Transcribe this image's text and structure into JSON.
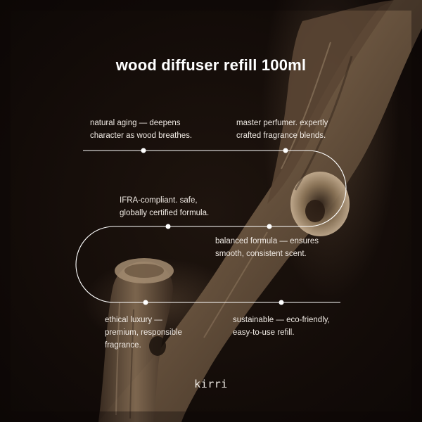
{
  "title": "wood diffuser refill 100ml",
  "features": [
    {
      "line1": "natural aging — deepens",
      "line2": "character as wood breathes."
    },
    {
      "line1": "master perfumer. expertly",
      "line2": "crafted fragrance blends."
    },
    {
      "line1": "IFRA-compliant. safe,",
      "line2": "globally certified formula."
    },
    {
      "line1": "balanced formula — ensures",
      "line2": "smooth, consistent scent."
    },
    {
      "line1": "ethical luxury —",
      "line2": "premium, responsible",
      "line3": "fragrance."
    },
    {
      "line1": "sustainable — eco-friendly,",
      "line2": "easy-to-use refill."
    }
  ],
  "brand": "kirri",
  "colors": {
    "background": "#120c09",
    "text": "#f2ece6",
    "line": "#ffffff",
    "wood": "#6b5540"
  }
}
